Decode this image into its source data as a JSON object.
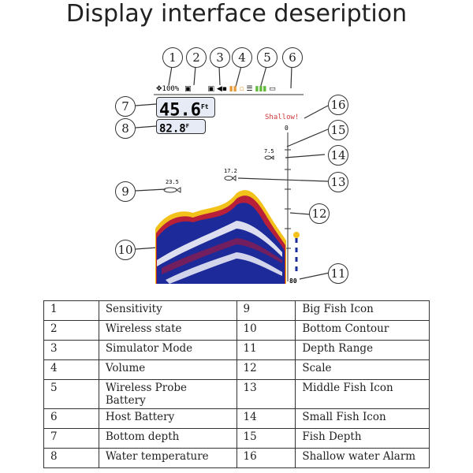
{
  "title": "Display interface deseription",
  "screen": {
    "sensitivity": "100%",
    "depth_value": "45.6",
    "depth_unit": "Ft",
    "temp_value": "82.8",
    "temp_unit": "F",
    "alarm": "Shallow!",
    "scale_top": "0",
    "scale_bottom": "80",
    "big_fish_depth": "23.5",
    "middle_fish_depth": "17.2",
    "small_fish_depth": "7.5",
    "colors": {
      "alarm": "#d23a3a",
      "bottom_yellow": "#f2c21a",
      "bottom_red": "#b8203a",
      "bottom_blue": "#1c2a9a"
    }
  },
  "callouts": [
    "1",
    "2",
    "3",
    "4",
    "5",
    "6",
    "7",
    "8",
    "9",
    "10",
    "11",
    "12",
    "13",
    "14",
    "15",
    "16"
  ],
  "table": [
    [
      "1",
      "Sensitivity",
      "9",
      "Big Fish Icon"
    ],
    [
      "2",
      "Wireless state",
      "10",
      "Bottom Contour"
    ],
    [
      "3",
      "Simulator Mode",
      "11",
      "Depth Range"
    ],
    [
      "4",
      "Volume",
      "12",
      "Scale"
    ],
    [
      "5",
      "Wireless Probe Battery",
      "13",
      "Middle Fish Icon"
    ],
    [
      "6",
      "Host Battery",
      "14",
      "Small Fish Icon"
    ],
    [
      "7",
      "Bottom depth",
      "15",
      "Fish Depth"
    ],
    [
      "8",
      "Water temperature",
      "16",
      "Shallow water Alarm"
    ]
  ]
}
